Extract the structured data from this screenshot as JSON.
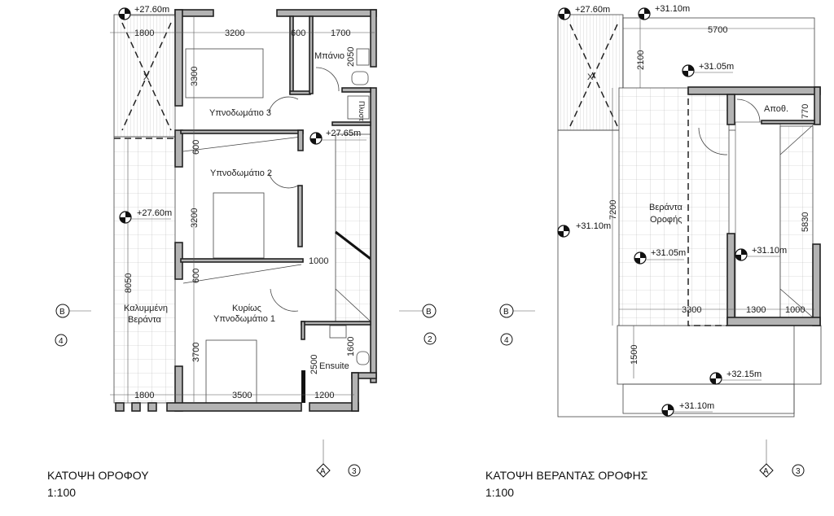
{
  "left_plan": {
    "title": "ΚΑΤΟΨΗ ΟΡΟΦΟΥ",
    "scale": "1:100",
    "rooms": [
      "Μπάνιο",
      "Υπνοδωμάτιο 3",
      "Υπνοδωμάτιο 2",
      "Καλυμμένη",
      "Βεράντα",
      "Κυρίως",
      "Υπνοδωμάτιο 1",
      "Ensuite",
      "Πλυστ"
    ],
    "dimensions": [
      "1800",
      "3200",
      "600",
      "1700",
      "2050",
      "3300",
      "600",
      "3200",
      "8050",
      "1000",
      "600",
      "3700",
      "1600",
      "2500",
      "1800",
      "3500",
      "1200"
    ],
    "levels": [
      "+27.60m",
      "+27.65m",
      "+27.60m"
    ],
    "section_marks": [
      "B",
      "4",
      "B",
      "2",
      "A",
      "3"
    ]
  },
  "right_plan": {
    "title": "ΚΑΤΟΨΗ ΒΕΡΑΝΤΑΣ ΟΡΟΦΗΣ",
    "scale": "1:100",
    "rooms": [
      "Αποθ.",
      "Βεράντα",
      "Οροφής"
    ],
    "dimensions": [
      "5700",
      "2100",
      "770",
      "7200",
      "5830",
      "3300",
      "1300",
      "1000",
      "1500"
    ],
    "levels": [
      "+27.60m",
      "+31.10m",
      "+31.05m",
      "+31.10m",
      "+31.05m",
      "+31.10m",
      "+32.15m",
      "+31.10m"
    ],
    "section_marks": [
      "B",
      "4",
      "A",
      "3"
    ]
  }
}
